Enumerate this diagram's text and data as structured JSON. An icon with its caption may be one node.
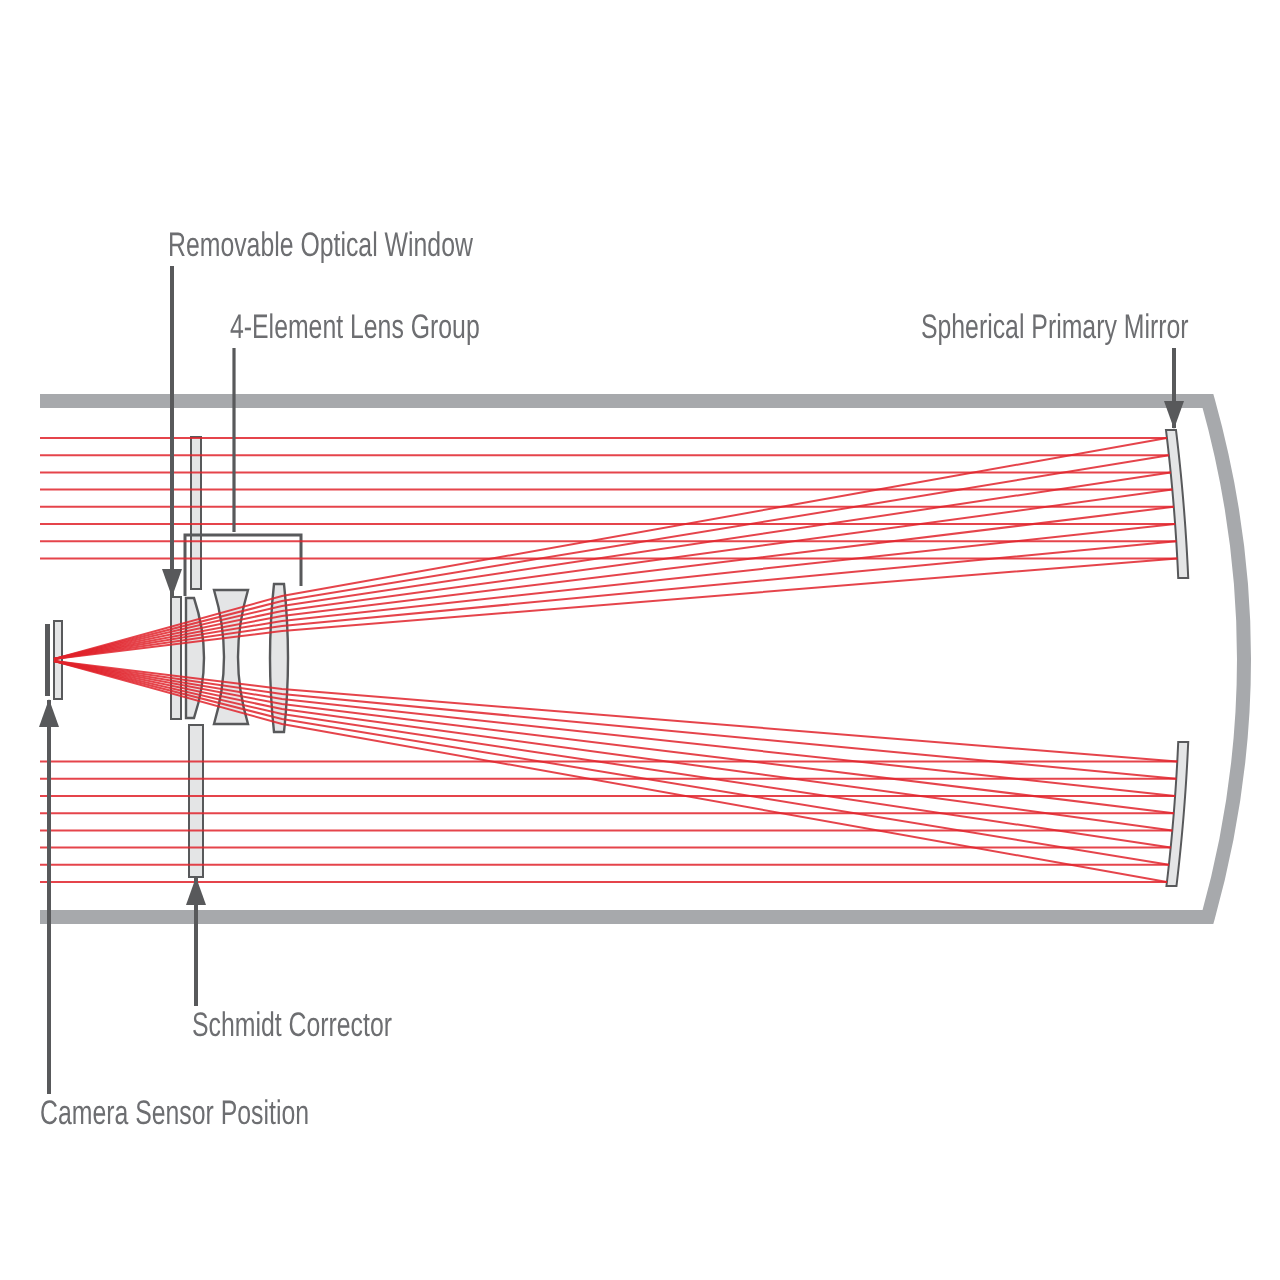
{
  "diagram": {
    "nodes": [
      {
        "text": [
          "Removable Optical Window"
        ]
      },
      {
        "text": [
          "4-Element Lens Group"
        ]
      },
      {
        "text": [
          "Spherical Primary Mirror"
        ]
      },
      {
        "text": [
          "Schmidt Corrector"
        ]
      },
      {
        "text": [
          "Camera Sensor Position"
        ]
      },
      {
        "text": [],
        "shape": "bar"
      },
      {
        "text": [],
        "shape": "picture"
      },
      {
        "text": [],
        "shape": "bar"
      },
      {
        "text": [],
        "shape": "bar"
      },
      {
        "text": [],
        "shape": "bar"
      }
    ],
    "edges": [
      {
        "from": 0,
        "to": 5,
        "arrow": "to"
      },
      {
        "from": 1,
        "to": 6,
        "arrow": "none"
      },
      {
        "from": 2,
        "to": 7,
        "arrow": "to"
      },
      {
        "from": 3,
        "to": 8,
        "arrow": "to"
      },
      {
        "from": 4,
        "to": 9,
        "arrow": "to"
      }
    ]
  }
}
